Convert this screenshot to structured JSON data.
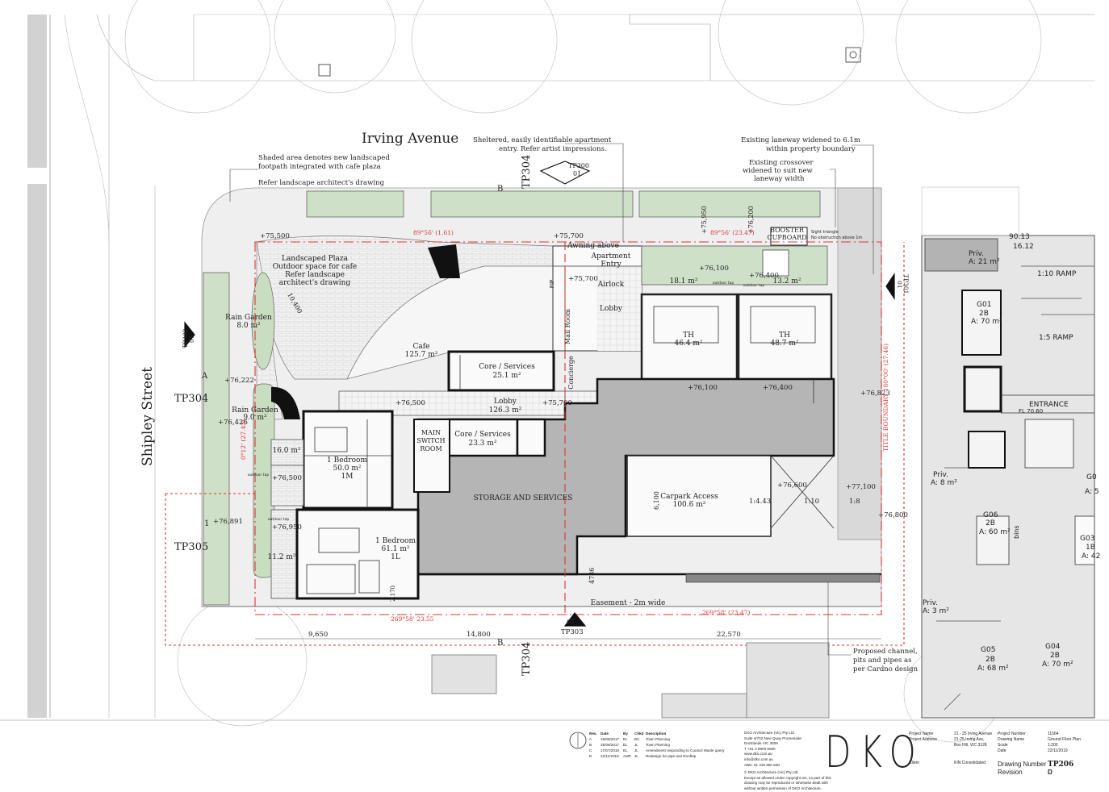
{
  "streets": {
    "irving": "Irving Avenue",
    "shipley": "Shipley Street"
  },
  "notes": {
    "landscape_shaded": "Shaded area denotes new landscaped",
    "landscape_shaded_2": "footpath integrated with cafe plaza",
    "refer_landscape": "Refer landscape architect's drawing",
    "sheltered_1": "Sheltered, easily identifiable apartment",
    "sheltered_2": "entry. Refer artist impressions.",
    "laneway_1": "Existing laneway widened to 6.1m",
    "laneway_2": "within property boundary",
    "crossover_1": "Existing crossover",
    "crossover_2": "widened to suit new",
    "crossover_3": "laneway width",
    "channel_1": "Proposed channel,",
    "channel_2": "pits and pipes as",
    "channel_3": "per Cardno design",
    "sight_triangle": "Sight triangle",
    "sight_triangle_2": "No obstruction above 1m"
  },
  "rooms": {
    "plaza_1": "Landscaped Plaza",
    "plaza_2": "Outdoor space for cafe",
    "plaza_3": "Refer landscape",
    "plaza_4": "architect's drawing",
    "raingarden_a": "Rain Garden",
    "raingarden_a_area": "8.0 m²",
    "raingarden_b": "Rain Garden",
    "raingarden_b_area": "9.0 m²",
    "cafe": "Cafe",
    "cafe_area": "125.7 m²",
    "awning": "Awning above",
    "apt_entry_1": "Apartment",
    "apt_entry_2": "Entry",
    "airlock": "Airlock",
    "lobby_upper": "Lobby",
    "fip": "FIP",
    "mail": "Mail Room",
    "concierge": "Concierge",
    "core1": "Core / Services",
    "core1_area": "25.1 m²",
    "lobby_main": "Lobby",
    "lobby_main_area": "126.3 m²",
    "switch_1": "MAIN",
    "switch_2": "SWITCH",
    "switch_3": "ROOM",
    "core2": "Core / Services",
    "core2_area": "23.3 m²",
    "storage": "STORAGE AND SERVICES",
    "th1": "TH",
    "th1_area": "46.4 m²",
    "th1_court": "18.1 m²",
    "th2": "TH",
    "th2_area": "48.7 m²",
    "th2_court": "13.2 m²",
    "booster_1": "BOOSTER",
    "booster_2": "CUPBOARD",
    "carpark": "Carpark Access",
    "carpark_area": "100.6 m²",
    "bed1": "1 Bedroom",
    "bed1_area": "50.0 m²",
    "bed1_type": "1M",
    "bed1_court": "16.0 m²",
    "bed2": "1 Bedroom",
    "bed2_area": "61.1 m²",
    "bed2_type": "1L",
    "bed2_court": "11.2 m²",
    "easement": "Easement - 2m wide",
    "outdoor_tap": "outdoor tap"
  },
  "levels": {
    "l1": "+75,500",
    "l2": "+75,700",
    "l3": "+75,950",
    "l4": "+76,200",
    "l5": "+75,700",
    "l6": "+76,100",
    "l7": "+76,400",
    "l8": "+76,222",
    "l9": "+76,426",
    "l10": "+76,500",
    "l11": "+75,700",
    "l12": "+76,100",
    "l13": "+76,400",
    "l14": "+76,823",
    "l15": "+76,500",
    "l16": "+76,950",
    "l17": "+76,891",
    "l18": "+76,600",
    "l19": "+77,100",
    "l20": "+76,800",
    "l21": "10,400"
  },
  "dims": {
    "d1": "9,650",
    "d2": "14,800",
    "d3": "22,570",
    "d4": "4786",
    "d5": "2,170",
    "d6": "6,100",
    "d7": "1:4.43",
    "d8": "1:10",
    "d9": "1:8"
  },
  "bearings": {
    "b1": "89°56' (1.61)",
    "b2": "89°56' (23.47)",
    "b3": "269°58' 23.55",
    "b4": "269°58' (23.47)",
    "b5": "0°12' (27.43)",
    "b6": "TITLE BOUNDARY 180°00' (27.46)"
  },
  "sections": {
    "tp304_top": "TP304",
    "b_top": "B",
    "tp300": "TP300",
    "tp300_n": "01",
    "tp302": "TP302",
    "tp302_n": "01",
    "tp301": "TP301",
    "tp301_n": "01",
    "tp303": "TP303",
    "tp303_n": "01",
    "tp304_bottom": "TP304",
    "b_bottom": "B",
    "tp304_left": "TP304",
    "a_left": "A",
    "tp305": "TP305",
    "one_left": "1"
  },
  "neighbour": {
    "priv1": "Priv.",
    "priv1_area": "A: 21 m²",
    "g01": "G01",
    "g01_type": "2B",
    "g01_area": "A: 70 m²",
    "ramp1": "1:10 RAMP",
    "ramp2": "1:5 RAMP",
    "entrance": "ENTRANCE",
    "entrance_level": "FL 70.60",
    "priv2": "Priv.",
    "priv2_area": "A: 8 m²",
    "g06": "G06",
    "g06_type": "2B",
    "g06_area": "A: 60 m²",
    "g03": "G03",
    "g03_type": "1B",
    "g03_area": "A: 42",
    "g0x": "G0",
    "g0x_area": "A: 5",
    "priv3": "Priv.",
    "priv3_area": "A: 3 m²",
    "g05": "G05",
    "g05_type": "2B",
    "g05_area": "A: 68 m²",
    "g04": "G04",
    "g04_type": "2B",
    "g04_area": "A: 70 m²",
    "bins": "bins",
    "top_dims": "90.13",
    "top_dims_2": "16.12"
  },
  "titleblock": {
    "rev_h": "Rev.",
    "date_h": "Date",
    "by_h": "By",
    "chk_h": "Chkd",
    "desc_h": "Description",
    "rows": [
      {
        "rev": "A",
        "date": "18/08/2017",
        "by": "EL",
        "chk": "BC",
        "desc": "Town Planning"
      },
      {
        "rev": "B",
        "date": "25/06/2017",
        "by": "EL",
        "chk": "JL",
        "desc": "Town Planning"
      },
      {
        "rev": "C",
        "date": "17/07/2018",
        "by": "EL",
        "chk": "JL",
        "desc": "Amendment responding to Council Waste query"
      },
      {
        "rev": "D",
        "date": "22/11/2019",
        "by": "AMP",
        "chk": "JL",
        "desc": "Redesign for pipe and Rooftop"
      }
    ],
    "firm_1": "DKO Architecture (Vic) Pty Ltd",
    "firm_2": "Suite 4/702 New Quay Promenade",
    "firm_3": "Docklands VIC 3008",
    "firm_4": "T +61 3 8600 6000",
    "firm_5": "www.dko.com.au",
    "firm_6": "info@dko.com.au",
    "firm_7": "ABN: 61 436 850 500",
    "copyright_1": "© DKO Architecture (Vic) Pty Ltd",
    "copyright_2": "Except as allowed under copyright act, no part of this",
    "copyright_3": "drawing may be reproduced or otherwise dealt with",
    "copyright_4": "without written permission of DKO Architecture.",
    "logo": "DKO",
    "pn_label": "Project Name",
    "pa_label": "Project Address",
    "pn_value": "21 - 25 Irving Avenue",
    "pa_value_1": "21-25 Irving Ave,",
    "pa_value_2": "Box Hill, VIC 3128",
    "client_label": "Client",
    "client_value": "KIN Consolidated",
    "pnum_label": "Project Number",
    "dname_label": "Drawing Name",
    "scale_label": "Scale",
    "date_label": "Date",
    "pnum_value": "11564",
    "dname_value": "Ground Floor Plan",
    "scale_value": "1:200",
    "date_value": "22/11/2019",
    "dn_label": "Drawing Number",
    "rev_label": "Revision",
    "dn_value": "TP206",
    "rev_value": "D"
  }
}
